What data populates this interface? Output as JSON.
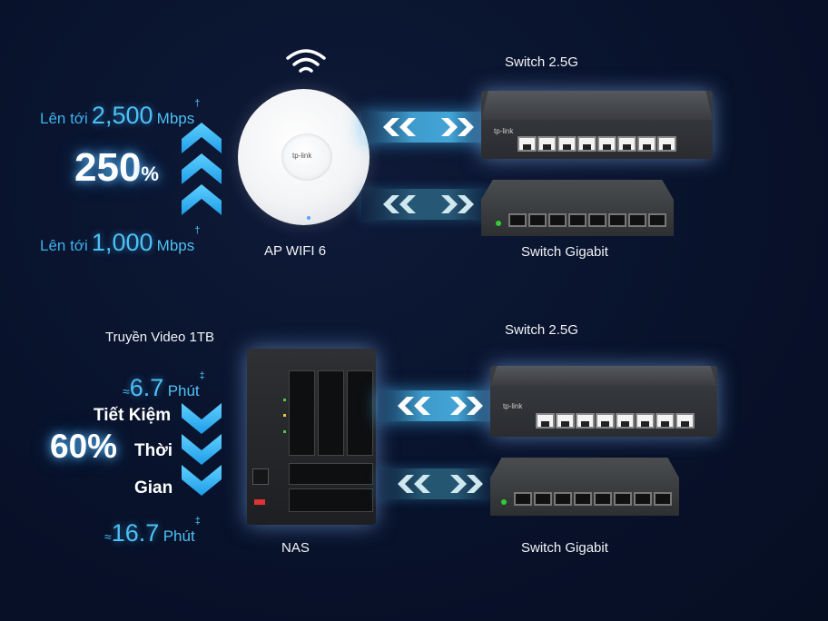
{
  "top": {
    "speed_high_prefix": "Lên tới",
    "speed_high_value": "2,500",
    "speed_high_unit": "Mbps",
    "speed_high_mark": "†",
    "percent_value": "250",
    "percent_sign": "%",
    "speed_low_prefix": "Lên tới",
    "speed_low_value": "1,000",
    "speed_low_unit": "Mbps",
    "speed_low_mark": "†",
    "ap_label": "AP WIFI 6",
    "ap_logo": "tp-link",
    "switch_25g_label": "Switch 2.5G",
    "switch_gigabit_label": "Switch Gigabit"
  },
  "bottom": {
    "title": "Truyền Video 1TB",
    "fast_prefix": "≈",
    "fast_value": "6.7",
    "fast_unit": "Phút",
    "fast_mark": "‡",
    "save_line1": "Tiết Kiệm",
    "save_percent": "60%",
    "save_line2": "Thời",
    "save_line3": "Gian",
    "slow_prefix": "≈",
    "slow_value": "16.7",
    "slow_unit": "Phút",
    "slow_mark": "‡",
    "nas_label": "NAS",
    "switch_25g_label": "Switch 2.5G",
    "switch_gigabit_label": "Switch Gigabit",
    "switch_logo": "tp-link"
  },
  "icons": [
    "wifi-icon",
    "chevron-up-icon",
    "chevron-down-icon",
    "double-chevron-left-icon",
    "double-chevron-right-icon"
  ],
  "colors": {
    "accent": "#3bb3ee",
    "background": "#08122b",
    "beam": "#50c8ff"
  }
}
